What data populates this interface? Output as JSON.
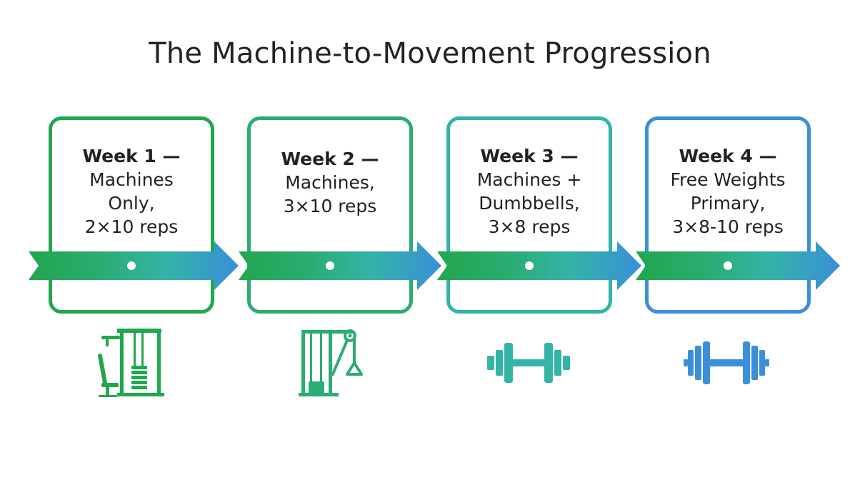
{
  "title": "The Machine-to-Movement Progression",
  "colors": {
    "week1": "#22a64e",
    "week2": "#2bac72",
    "week3": "#34b3a7",
    "week4": "#3a8fd8"
  },
  "steps": [
    {
      "week": "Week 1 —",
      "description": "Machines\nOnly,\n2×10 reps",
      "icon": "weight-stack-machine-icon"
    },
    {
      "week": "Week 2 —",
      "description": "Machines,\n3×10 reps",
      "icon": "cable-machine-icon"
    },
    {
      "week": "Week 3 —",
      "description": "Machines +\nDumbbells,\n3×8 reps",
      "icon": "dumbbell-icon"
    },
    {
      "week": "Week 4 —",
      "description": "Free Weights\nPrimary,\n3×8-10 reps",
      "icon": "barbell-icon"
    }
  ]
}
